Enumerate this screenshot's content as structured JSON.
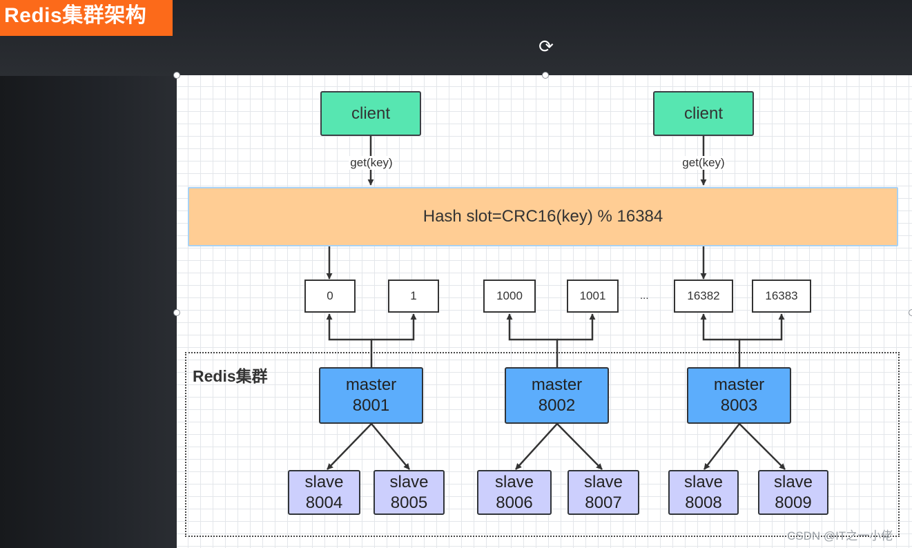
{
  "header": {
    "title": "Redis集群架构"
  },
  "clients": [
    {
      "label": "client",
      "edge_label": "get(key)"
    },
    {
      "label": "client",
      "edge_label": "get(key)"
    }
  ],
  "hash": {
    "label": "Hash slot=CRC16(key) % 16384"
  },
  "slots": [
    "0",
    "1",
    "1000",
    "1001",
    "16382",
    "16383"
  ],
  "slot_ellipsis": "...",
  "cluster": {
    "label": "Redis集群"
  },
  "masters": [
    {
      "line1": "master",
      "line2": "8001"
    },
    {
      "line1": "master",
      "line2": "8002"
    },
    {
      "line1": "master",
      "line2": "8003"
    }
  ],
  "slaves": [
    {
      "line1": "slave",
      "line2": "8004"
    },
    {
      "line1": "slave",
      "line2": "8005"
    },
    {
      "line1": "slave",
      "line2": "8006"
    },
    {
      "line1": "slave",
      "line2": "8007"
    },
    {
      "line1": "slave",
      "line2": "8008"
    },
    {
      "line1": "slave",
      "line2": "8009"
    }
  ],
  "watermark": "CSDN @IT之一小佬",
  "colors": {
    "title_bg": "#fc6a1a",
    "client": "#57e6b1",
    "hash": "#ffcd94",
    "master": "#5cadfc",
    "slave": "#cccffd"
  }
}
